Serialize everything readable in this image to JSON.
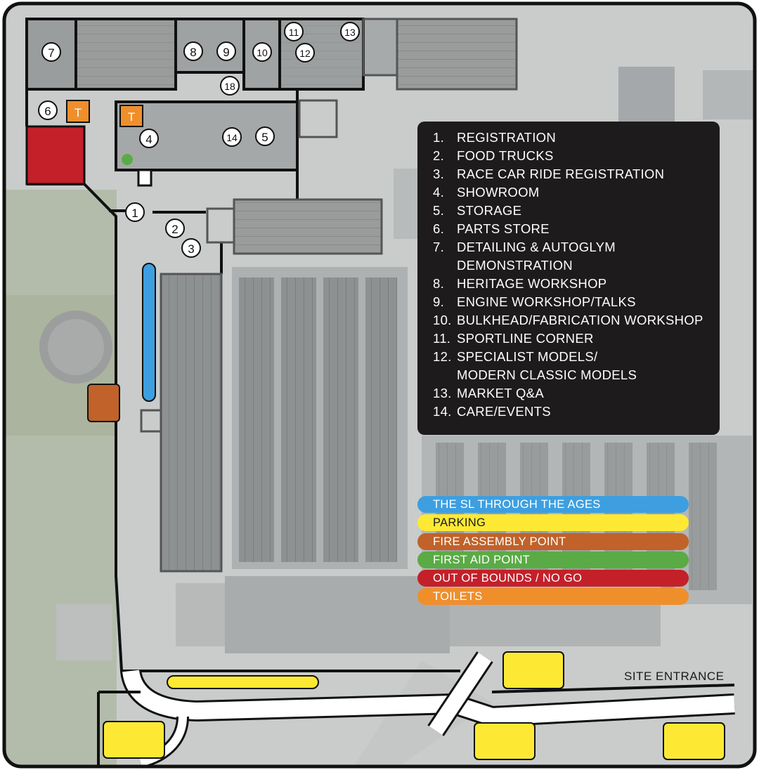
{
  "legend": {
    "items": [
      {
        "num": "1.",
        "label": "REGISTRATION"
      },
      {
        "num": "2.",
        "label": "FOOD TRUCKS"
      },
      {
        "num": "3.",
        "label": "RACE CAR RIDE REGISTRATION"
      },
      {
        "num": "4.",
        "label": "SHOWROOM"
      },
      {
        "num": "5.",
        "label": "STORAGE"
      },
      {
        "num": "6.",
        "label": "PARTS STORE"
      },
      {
        "num": "7.",
        "label": "DETAILING & AUTOGLYM\nDEMONSTRATION"
      },
      {
        "num": "8.",
        "label": "HERITAGE WORKSHOP"
      },
      {
        "num": "9.",
        "label": "ENGINE WORKSHOP/TALKS"
      },
      {
        "num": "10.",
        "label": "BULKHEAD/FABRICATION WORKSHOP"
      },
      {
        "num": "11.",
        "label": "SPORTLINE CORNER"
      },
      {
        "num": "12.",
        "label": "SPECIALIST MODELS/\nMODERN CLASSIC MODELS"
      },
      {
        "num": "13.",
        "label": "MARKET Q&A"
      },
      {
        "num": "14.",
        "label": "CARE/EVENTS"
      }
    ]
  },
  "key": {
    "sl_ages": {
      "label": "THE SL THROUGH THE AGES",
      "color": "#3d9fe0"
    },
    "parking": {
      "label": "PARKING",
      "color": "#fde934"
    },
    "fire": {
      "label": "FIRE ASSEMBLY POINT",
      "color": "#c0622a"
    },
    "first_aid": {
      "label": "FIRST AID POINT",
      "color": "#5aab45"
    },
    "out_of_bounds": {
      "label": "OUT OF BOUNDS / NO GO",
      "color": "#c3202a"
    },
    "toilets": {
      "label": "TOILETS",
      "color": "#ef8f2c"
    }
  },
  "markers": {
    "m1": "1",
    "m2": "2",
    "m3": "3",
    "m4": "4",
    "m5": "5",
    "m6": "6",
    "m7": "7",
    "m8": "8",
    "m9": "9",
    "m10": "10",
    "m11": "11",
    "m12": "12",
    "m13": "13",
    "m14": "14",
    "m18": "18"
  },
  "toilet_label": "T",
  "site_entrance": "SITE ENTRANCE"
}
